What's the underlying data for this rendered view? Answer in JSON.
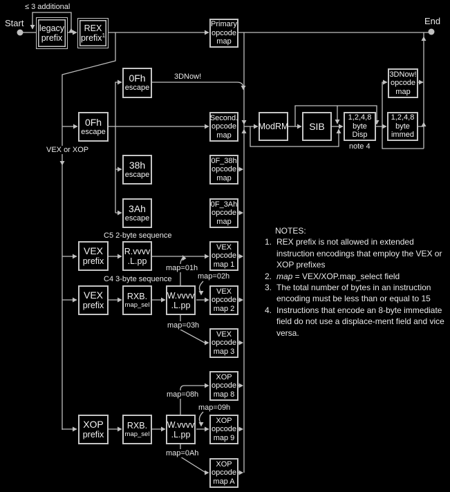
{
  "terminals": {
    "start": "Start",
    "end": "End"
  },
  "annotations": {
    "additional": "≤ 3 additional",
    "three_dnow": "3DNow!",
    "vex_or_xop": "VEX or XOP",
    "c5_seq": "C5 2-byte sequence",
    "c4_seq": "C4 3-byte sequence",
    "map01": "map=01h",
    "map02": "map=02h",
    "map03": "map=03h",
    "map08": "map=08h",
    "map09": "map=09h",
    "map0a": "map=0Ah",
    "note4_ref": "note 4"
  },
  "boxes": {
    "legacy_prefix": {
      "l1": "legacy",
      "l2": "prefix"
    },
    "rex_prefix": {
      "l1": "REX",
      "l2": "prefix",
      "sup": "1"
    },
    "primary_map": {
      "l1": "Primary",
      "l2": "opcode",
      "l3": "map"
    },
    "escape_0f_top": {
      "l1": "0Fh",
      "l2": "escape"
    },
    "escape_0f": {
      "l1": "0Fh",
      "l2": "escape"
    },
    "second_map": {
      "l1": "Second.",
      "l2": "opcode",
      "l3": "map"
    },
    "modrm": {
      "l1": "ModRM"
    },
    "sib": {
      "l1": "SIB"
    },
    "disp": {
      "l1": "1,2,4,8",
      "l2": "byte",
      "l3": "Disp"
    },
    "immed": {
      "l1": "1,2,4,8",
      "l2": "byte",
      "l3": "immed"
    },
    "dnow_map": {
      "l1": "3DNow!",
      "l2": "opcode",
      "l3": "map"
    },
    "escape_38": {
      "l1": "38h",
      "l2": "escape"
    },
    "map_0f38": {
      "l1": "0F_38h",
      "l2": "opcode",
      "l3": "map"
    },
    "escape_3a": {
      "l1": "3Ah",
      "l2": "escape"
    },
    "map_0f3a": {
      "l1": "0F_3Ah",
      "l2": "opcode",
      "l3": "map"
    },
    "vex_prefix_c5": {
      "l1": "VEX",
      "l2": "prefix"
    },
    "rvvvv": {
      "l1": "R.vvvv",
      "l2": ".L.pp"
    },
    "vex_map1": {
      "l1": "VEX",
      "l2": "opcode",
      "l3": "map 1"
    },
    "vex_prefix_c4": {
      "l1": "VEX",
      "l2": "prefix"
    },
    "rxb_c4": {
      "l1": "RXB.",
      "l2": "map_sel"
    },
    "wvvvv_c4": {
      "l1": "W.vvvv",
      "l2": ".L.pp"
    },
    "vex_map2": {
      "l1": "VEX",
      "l2": "opcode",
      "l3": "map 2"
    },
    "vex_map3": {
      "l1": "VEX",
      "l2": "opcode",
      "l3": "map 3"
    },
    "xop_map8": {
      "l1": "XOP",
      "l2": "opcode",
      "l3": "map 8"
    },
    "xop_prefix": {
      "l1": "XOP",
      "l2": "prefix"
    },
    "rxb_xop": {
      "l1": "RXB.",
      "l2": "map_sel"
    },
    "wvvvv_xop": {
      "l1": "W.vvvv",
      "l2": ".L.pp"
    },
    "xop_map9": {
      "l1": "XOP",
      "l2": "opcode",
      "l3": "map 9"
    },
    "xop_mapA": {
      "l1": "XOP",
      "l2": "opcode",
      "l3": "map A"
    }
  },
  "notes": {
    "heading": "NOTES:",
    "n1": {
      "num": "1.",
      "text": "REX prefix is not allowed in extended instruction encodings that employ the VEX or XOP prefixes"
    },
    "n2": {
      "num": "2.",
      "italic": "map",
      "rest": " = VEX/XOP.map_select field"
    },
    "n3": {
      "num": "3.",
      "text": "The total number of bytes in an instruction encoding must be less than or equal to 15"
    },
    "n4": {
      "num": "4.",
      "text": "Instructions that encode an 8-byte immediate field do not use a displace-ment field and vice versa."
    }
  },
  "colors": {
    "background": "#000000",
    "line": "#c0c0c0",
    "text": "#f0f0f0"
  }
}
